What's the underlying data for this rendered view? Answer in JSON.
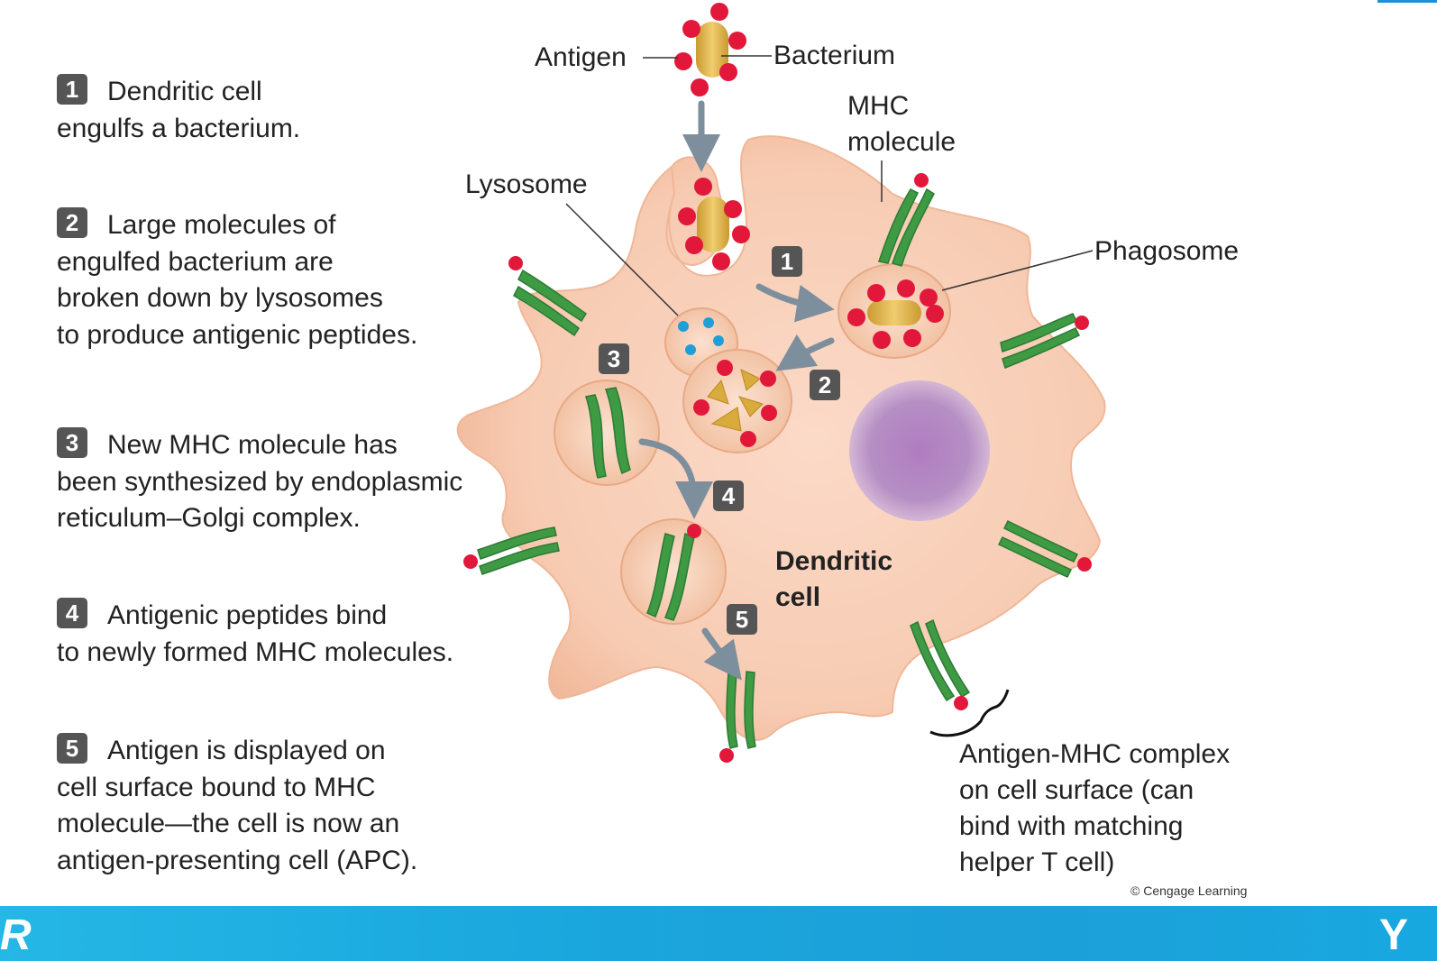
{
  "steps": [
    {
      "num": "1",
      "lines": [
        "Dendritic cell",
        "engulfs a bacterium."
      ]
    },
    {
      "num": "2",
      "lines": [
        "Large molecules of",
        "engulfed bacterium are",
        "broken down by lysosomes",
        "to produce antigenic peptides."
      ]
    },
    {
      "num": "3",
      "lines": [
        "New MHC molecule has",
        "been synthesized by endoplasmic",
        "reticulum–Golgi complex."
      ]
    },
    {
      "num": "4",
      "lines": [
        "Antigenic peptides bind",
        "to newly formed MHC molecules."
      ]
    },
    {
      "num": "5",
      "lines": [
        "Antigen is displayed on",
        "cell surface bound to MHC",
        "molecule—the cell is now an",
        "antigen-presenting cell (APC)."
      ]
    }
  ],
  "labels": {
    "antigen": "Antigen",
    "bacterium": "Bacterium",
    "mhc_line1": "MHC",
    "mhc_line2": "molecule",
    "lysosome": "Lysosome",
    "phagosome": "Phagosome",
    "dendritic_line1": "Dendritic",
    "dendritic_line2": "cell",
    "complex_lines": [
      "Antigen-MHC complex",
      "on cell surface (can",
      "bind with matching",
      "helper T cell)"
    ]
  },
  "diagram_badges": [
    "1",
    "2",
    "3",
    "4",
    "5"
  ],
  "copyright": "© Cengage Learning",
  "colors": {
    "cell_fill": "#f6c8b0",
    "antigen_red": "#e2183b",
    "bacterium_gold": "#d9aa3c",
    "mhc_green": "#3f9a44",
    "nucleus_purple": "#a77db8",
    "lysosome_dot": "#1f9fd8",
    "arrow_gray": "#7d8e9c",
    "banner_blue": "#1da8df"
  },
  "footer_brand": {
    "left": "R",
    "right": "Y"
  }
}
